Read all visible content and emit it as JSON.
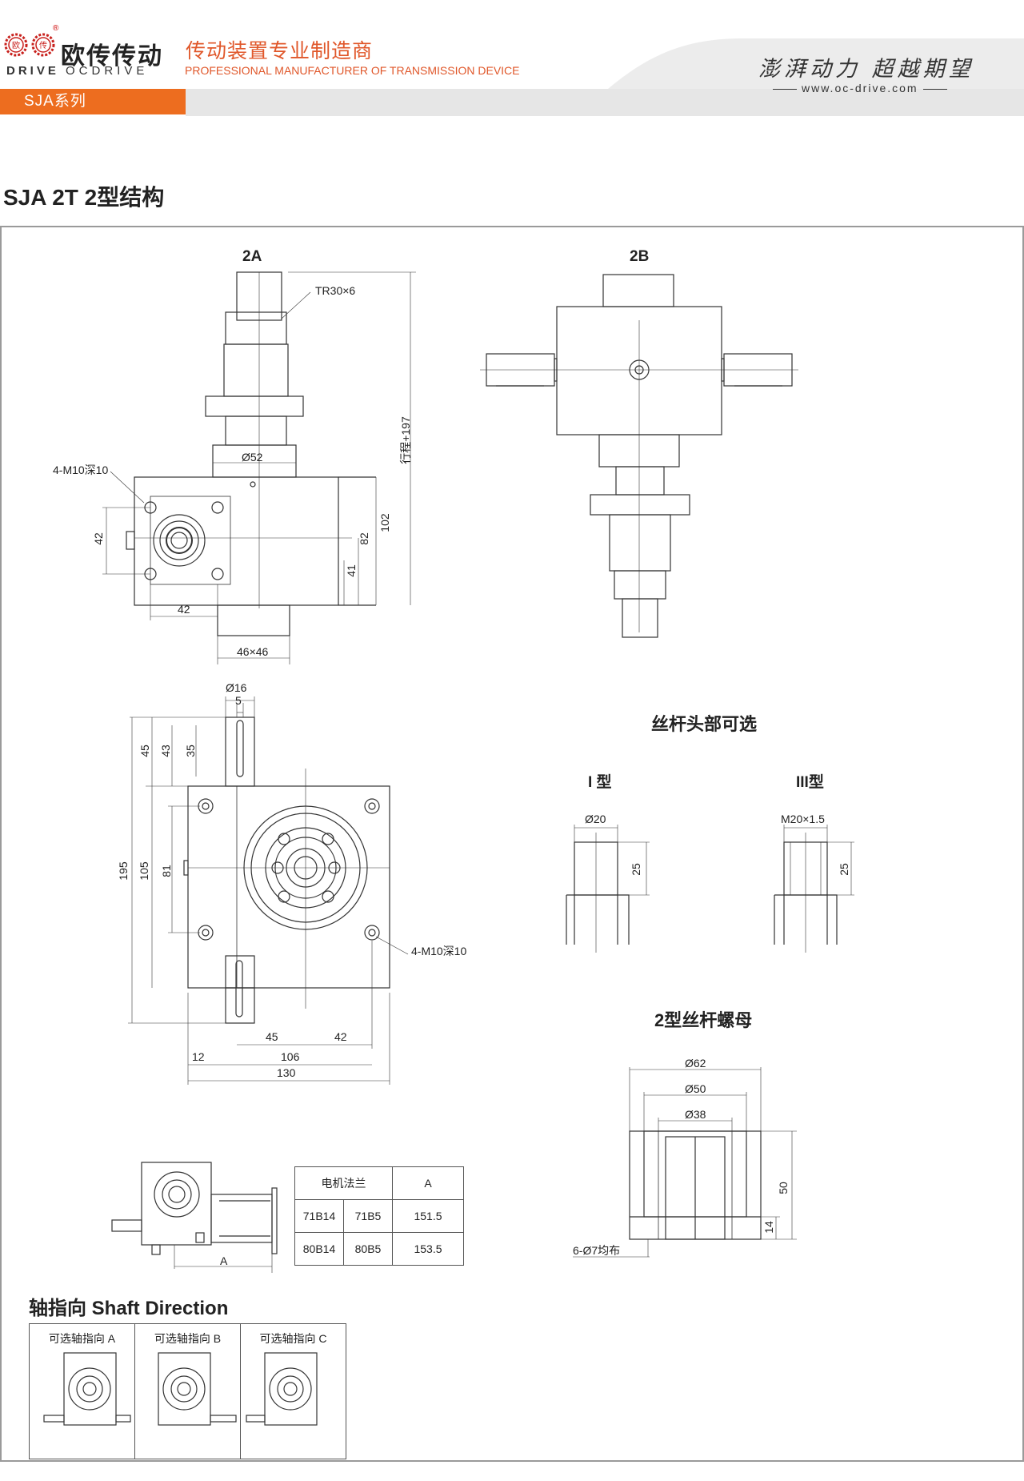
{
  "header": {
    "logo_name": "欧传传动",
    "logo_en_left": "DRIVE",
    "logo_en_right": "OCDRIVE",
    "logo_badge_left": "欧",
    "logo_badge_right": "传",
    "registered_mark": "®",
    "tagline_zh": "传动装置专业制造商",
    "tagline_en": "PROFESSIONAL MANUFACTURER OF TRANSMISSION DEVICE",
    "slogan": "澎湃动力 超越期望",
    "website": "www.oc-drive.com",
    "series_tab": "SJA系列"
  },
  "page_title": "SJA 2T 2型结构",
  "views": {
    "view_2a": "2A",
    "view_2b": "2B",
    "dims_2a": {
      "thread": "TR30×6",
      "stroke": "行程+197",
      "hole_spec": "4-M10深10",
      "dia52": "Ø52",
      "d42_v": "42",
      "d82": "82",
      "d102": "102",
      "d41": "41",
      "d42_h": "42",
      "d46": "46×46"
    },
    "dims_front": {
      "dia16": "Ø16",
      "d5": "5",
      "d45_top": "45",
      "d43": "43",
      "d35": "35",
      "d195": "195",
      "d105": "105",
      "d81": "81",
      "hole_spec": "4-M10深10",
      "d45_bottom": "45",
      "d42_bottom": "42",
      "d12": "12",
      "d106": "106",
      "d130": "130"
    }
  },
  "screw_heads": {
    "title": "丝杆头部可选",
    "type1": {
      "label": "I 型",
      "dia": "Ø20",
      "len": "25"
    },
    "type3": {
      "label": "III型",
      "dia": "M20×1.5",
      "len": "25"
    }
  },
  "nut": {
    "title": "2型丝杆螺母",
    "d62": "Ø62",
    "d50": "Ø50",
    "d38": "Ø38",
    "h50": "50",
    "h14": "14",
    "holes": "6-Ø7均布"
  },
  "motor_flange": {
    "dim_a": "A",
    "header": [
      "电机法兰",
      "A"
    ],
    "rows": [
      [
        "71B14",
        "71B5",
        "151.5"
      ],
      [
        "80B14",
        "80B5",
        "153.5"
      ]
    ]
  },
  "shaft_direction": {
    "title": "轴指向 Shaft Direction",
    "options": [
      "可选轴指向 A",
      "可选轴指向 B",
      "可选轴指向 C"
    ]
  },
  "colors": {
    "accent": "#ed6d1f",
    "tagline": "#e0572a",
    "band": "#e8e8e8",
    "frame": "#9a9a9a"
  }
}
